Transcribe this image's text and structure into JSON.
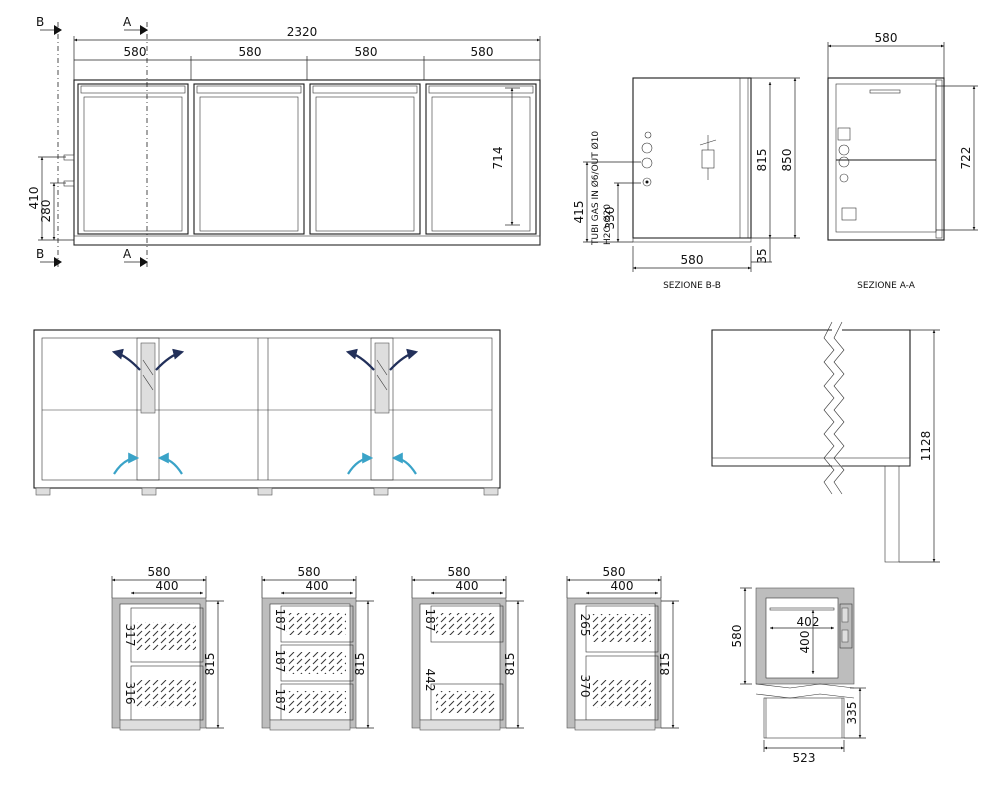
{
  "front": {
    "total_width": "2320",
    "module_1": "580",
    "module_2": "580",
    "module_3": "580",
    "module_4": "580",
    "height_714": "714",
    "height_410": "410",
    "height_280": "280",
    "section_b_top": "B",
    "section_b_bottom": "B",
    "section_a_top": "A",
    "section_a_bottom": "A"
  },
  "section_bb": {
    "pipe_label": "TUBI GAS IN Ø6/OUT Ø10",
    "water_label": "H2O Ø20",
    "dim_415": "415",
    "dim_330": "330",
    "depth": "580",
    "height_815": "815",
    "height_850": "850",
    "foot_35": "35",
    "caption": "SEZIONE B-B"
  },
  "section_aa": {
    "depth": "580",
    "inner_722": "722",
    "caption": "SEZIONE A-A"
  },
  "side_view": {
    "height_1128": "1128"
  },
  "drawer_configs": [
    {
      "width": "580",
      "inner": "400",
      "h1": "317",
      "h2": "316",
      "height": "815"
    },
    {
      "width": "580",
      "inner": "400",
      "h1": "187",
      "h2": "187",
      "h3": "187",
      "height": "815"
    },
    {
      "width": "580",
      "inner": "400",
      "h1": "187",
      "h2": "442",
      "height": "815"
    },
    {
      "width": "580",
      "inner": "400",
      "h1": "265",
      "h2": "370",
      "height": "815"
    }
  ],
  "drawer_detail": {
    "depth": "580",
    "inner_w": "402",
    "inner_h": "400",
    "below": "335",
    "base": "523"
  }
}
